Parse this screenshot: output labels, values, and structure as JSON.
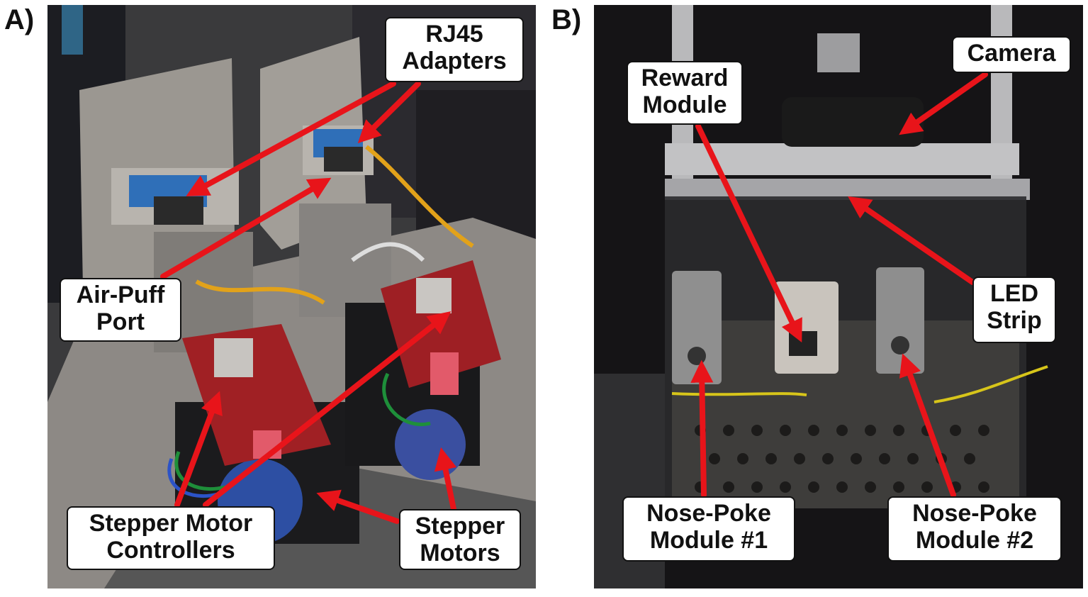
{
  "panels": {
    "a": {
      "letter": "A)",
      "labels": {
        "rj45": [
          "RJ45",
          "Adapters"
        ],
        "air_puff": [
          "Air-Puff",
          "Port"
        ],
        "controllers": [
          "Stepper Motor",
          "Controllers"
        ],
        "motors": [
          "Stepper",
          "Motors"
        ]
      }
    },
    "b": {
      "letter": "B)",
      "labels": {
        "camera": [
          "Camera"
        ],
        "reward": [
          "Reward",
          "Module"
        ],
        "led": [
          "LED",
          "Strip"
        ],
        "nose1": [
          "Nose-Poke",
          "Module #1"
        ],
        "nose2": [
          "Nose-Poke",
          "Module #2"
        ]
      }
    }
  },
  "colors": {
    "arrow": "#e8141a",
    "label_bg": "#ffffff",
    "label_border": "#111111"
  }
}
